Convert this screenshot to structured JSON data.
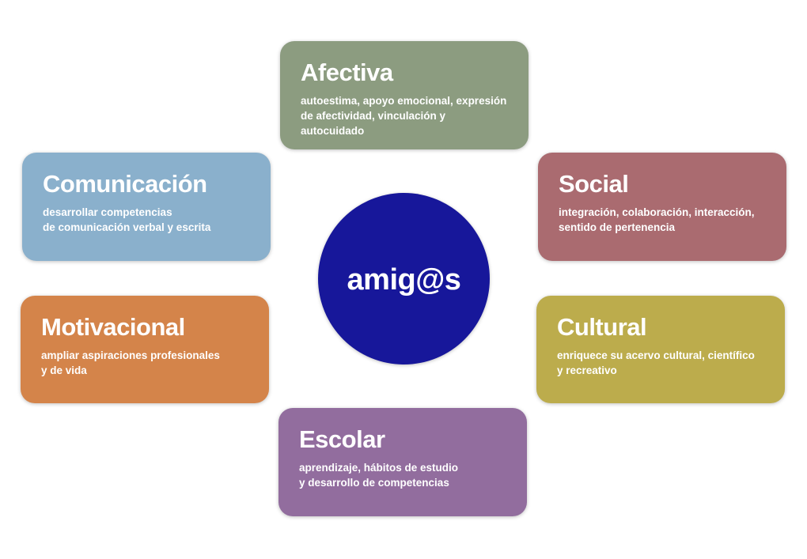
{
  "center": {
    "label": "amig@s",
    "color": "#17179a"
  },
  "cards": {
    "afectiva": {
      "title": "Afectiva",
      "text": "autoestima, apoyo emocional, expresión\nde afectividad, vinculación y autocuidado",
      "color": "#8c9c80"
    },
    "comunicacion": {
      "title": "Comunicación",
      "text": "desarrollar competencias\nde comunicación verbal y escrita",
      "color": "#8ab0cc"
    },
    "social": {
      "title": "Social",
      "text": "integración, colaboración, interacción,\nsentido de pertenencia",
      "color": "#aa6b70"
    },
    "motivacional": {
      "title": "Motivacional",
      "text": "ampliar aspiraciones profesionales\ny de vida",
      "color": "#d4844a"
    },
    "cultural": {
      "title": "Cultural",
      "text": "enriquece su acervo cultural, científico\ny recreativo",
      "color": "#bcac4c"
    },
    "escolar": {
      "title": "Escolar",
      "text": "aprendizaje, hábitos de estudio\ny desarrollo de competencias",
      "color": "#926d9e"
    }
  }
}
